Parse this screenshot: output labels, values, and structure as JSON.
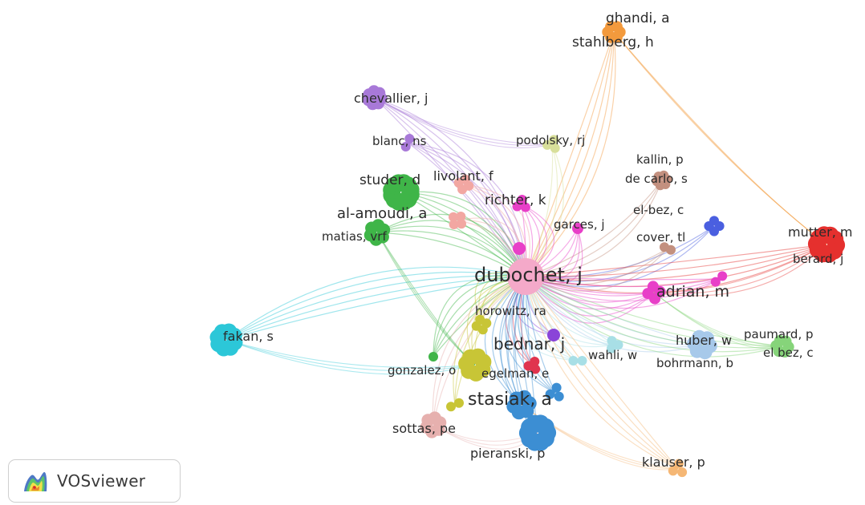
{
  "app": {
    "brand": "VOSviewer",
    "logo_icon": "vosviewer-heatmap-icon"
  },
  "network": {
    "center": "dubochet, j",
    "labels": [
      "ghandi, a",
      "stahlberg, h",
      "chevallier, j",
      "podolsky, rj",
      "blanc, ns",
      "kallin, p",
      "livolant, f",
      "studer, d",
      "de carlo, s",
      "richter, k",
      "el-bez, c",
      "al-amoudi, a",
      "garces, j",
      "mutter, m",
      "cover, tl",
      "matias, vrf",
      "berard, j",
      "dubochet, j",
      "adrian, m",
      "horowitz, ra",
      "fakan, s",
      "paumard, p",
      "bednar, j",
      "huber, w",
      "el bez, c",
      "wahli, w",
      "bohrmann, b",
      "gonzalez, o",
      "egelman, e",
      "stasiak, a",
      "sottas, pe",
      "pieranski, p",
      "klauser, p"
    ],
    "cluster_colors": {
      "pink": "#f4a9c9",
      "magenta": "#e83fc8",
      "orange": "#f39a3d",
      "purple": "#a879d8",
      "green": "#3fb548",
      "salmon": "#f2a7a2",
      "brown": "#c3907f",
      "red": "#e5302e",
      "cyan": "#2cc7d8",
      "olive": "#c8c536",
      "blue": "#3c8ed3",
      "lightgreen": "#86d47a",
      "lightblue": "#a7c9ea",
      "paleblue": "#a8dfe6",
      "yellowgreen": "#d8df9a",
      "indigo": "#4a5fe0",
      "violet": "#8a44d8",
      "crimson": "#e0344e",
      "peach": "#f5b775",
      "rose": "#e6b0ae"
    }
  }
}
